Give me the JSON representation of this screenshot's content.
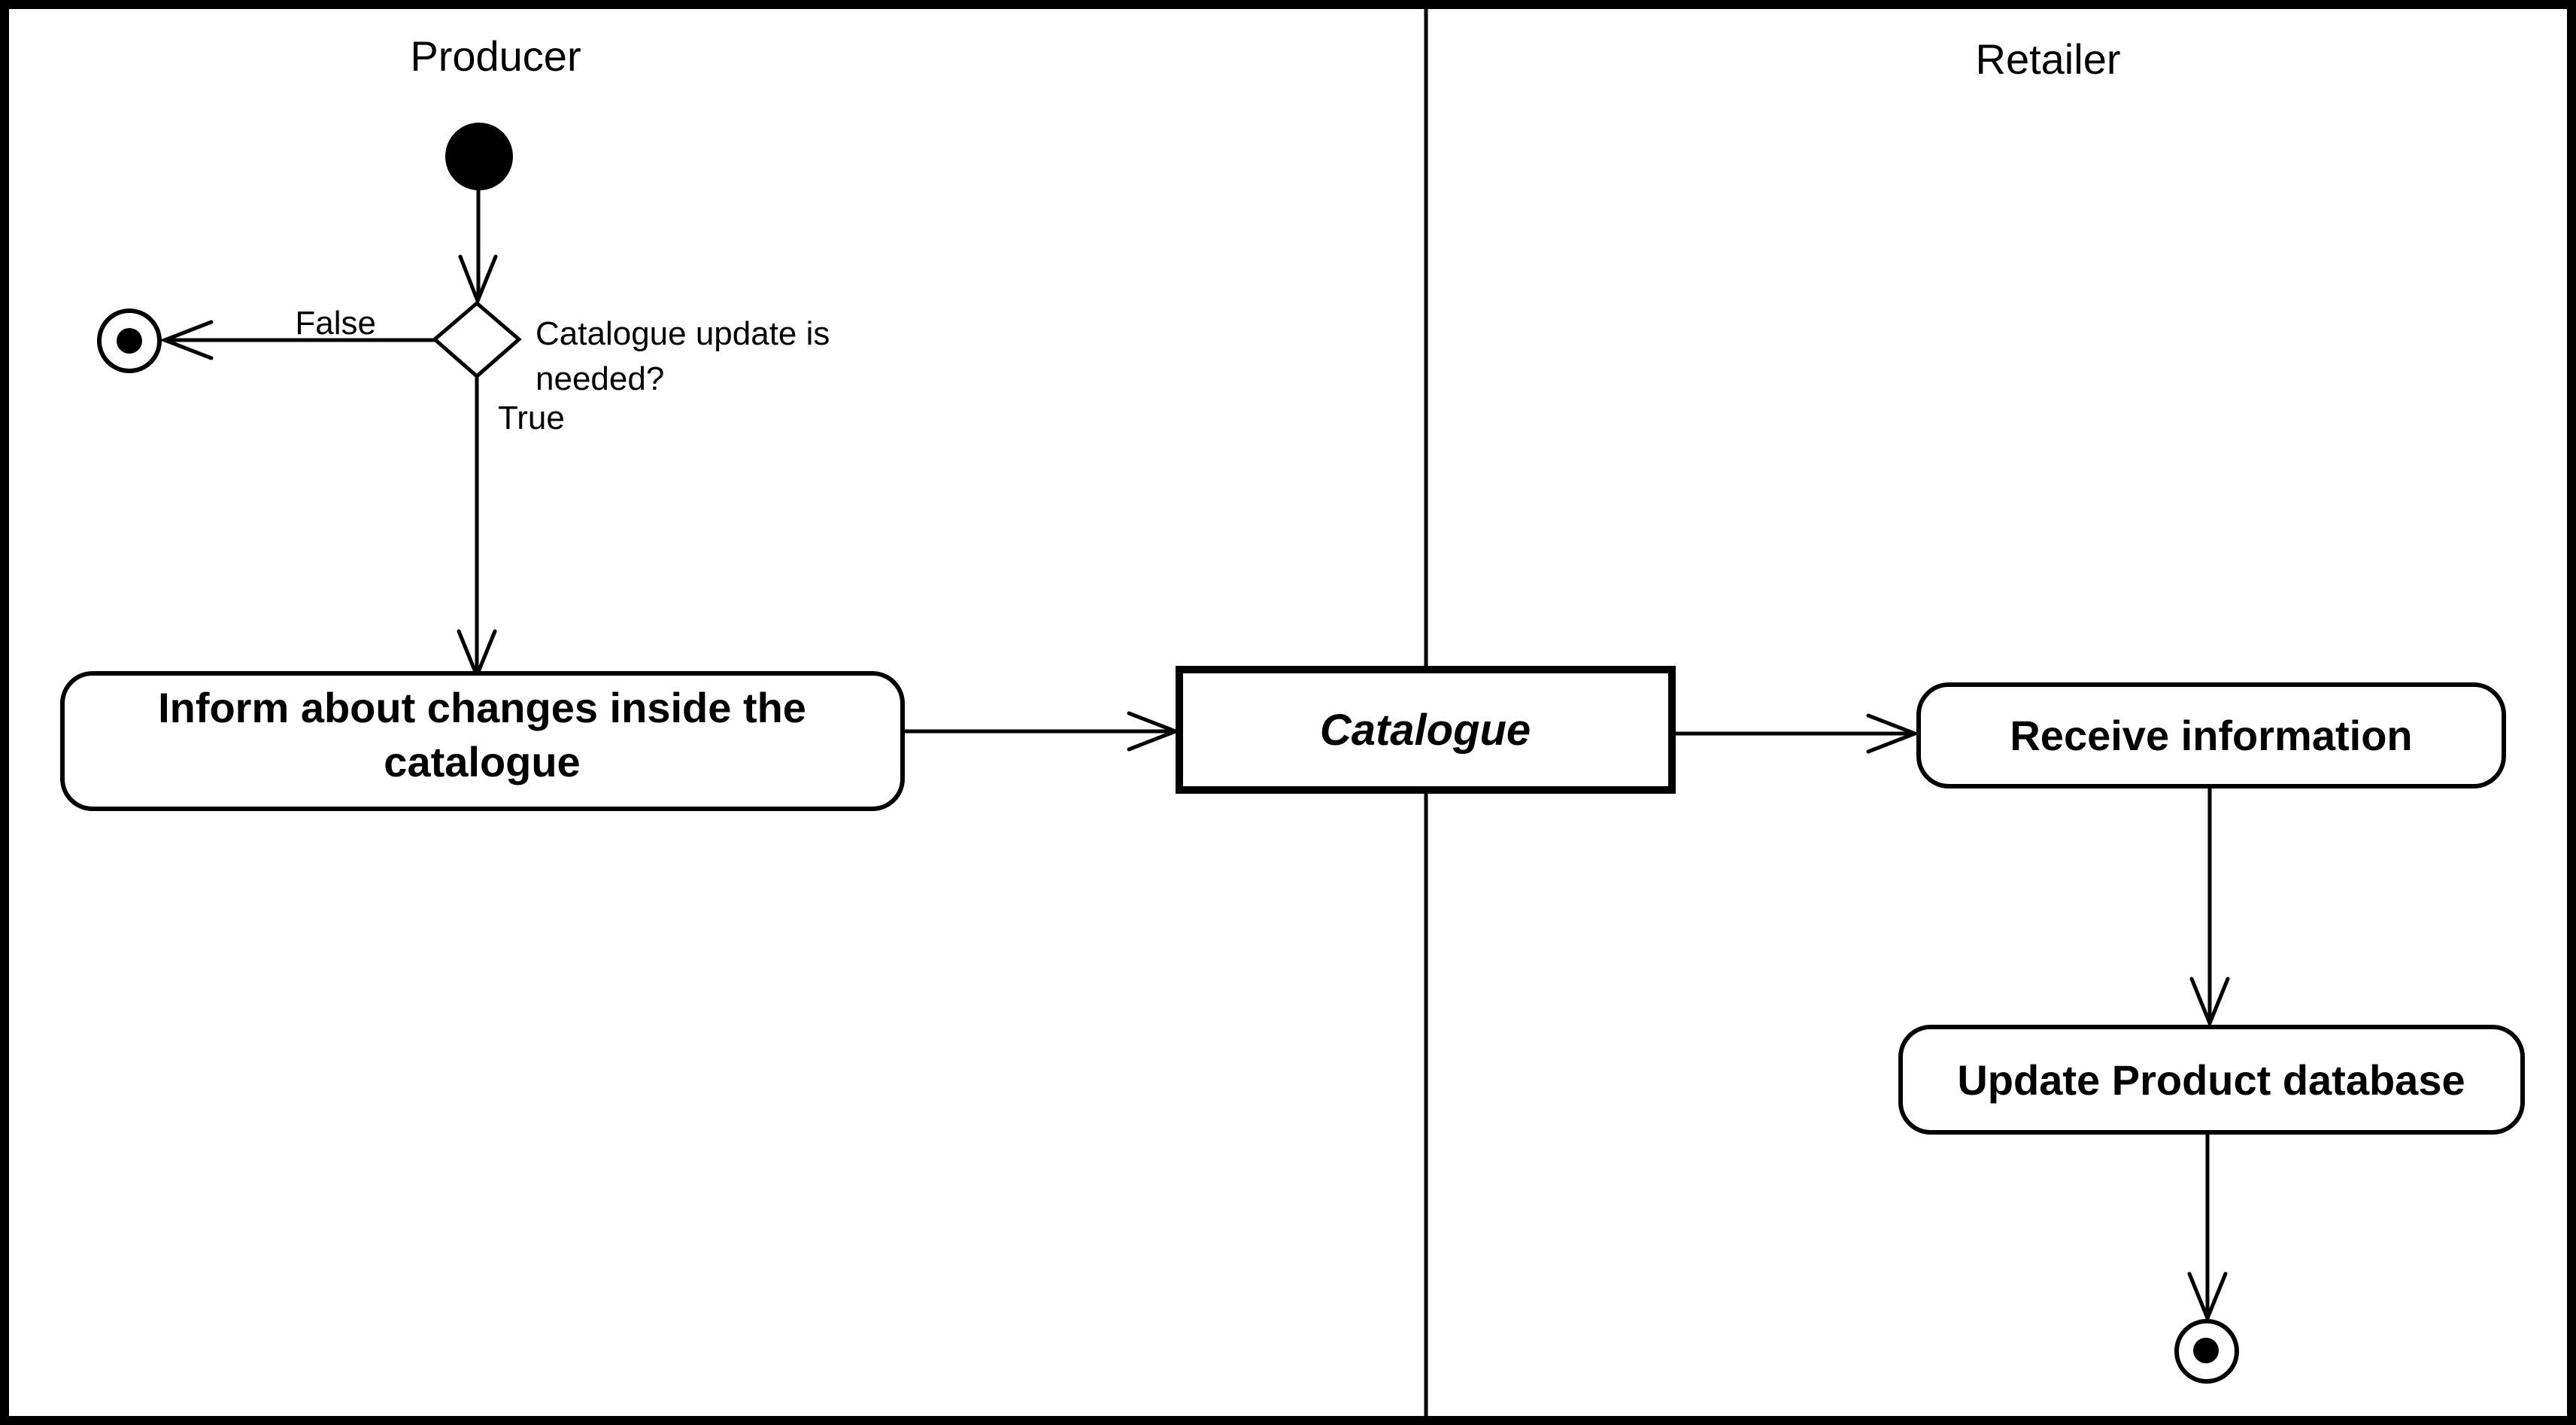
{
  "diagram_type": "uml-activity-swimlane",
  "lanes": [
    {
      "title": "Producer"
    },
    {
      "title": "Retailer"
    }
  ],
  "decision": {
    "question_line1": "Catalogue update is",
    "question_line2": "needed?",
    "false_label": "False",
    "true_label": "True"
  },
  "activities": {
    "inform_line1": "Inform about changes inside the",
    "inform_line2": "catalogue",
    "receive": "Receive information",
    "update": "Update Product database"
  },
  "objects": {
    "catalogue": "Catalogue"
  },
  "colors": {
    "ink": "#000000",
    "paper": "#ffffff"
  }
}
